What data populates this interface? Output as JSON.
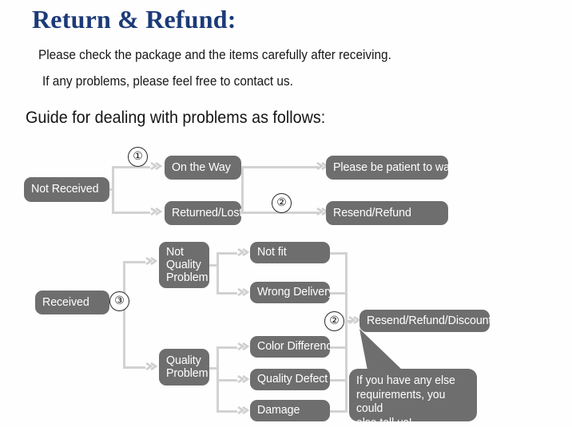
{
  "header": {
    "title": "Return & Refund:",
    "line1": "Please check the package and the items carefully after receiving.",
    "line2": "If any problems, please feel free to contact us.",
    "guide": "Guide for dealing with problems as follows:"
  },
  "markers": {
    "one": "①",
    "two": "②",
    "two_b": "②",
    "three": "③"
  },
  "flow": {
    "not_received": "Not Received",
    "on_the_way": "On the Way",
    "returned_lost": "Returned/Lost",
    "please_wait": "Please be patient to wait",
    "resend_refund": "Resend/Refund",
    "received": "Received",
    "not_quality_problem": "Not\nQuality\nProblem",
    "not_quality_l1": "Not",
    "not_quality_l2": "Quality",
    "not_quality_l3": "Problem",
    "quality_problem_l1": "Quality",
    "quality_problem_l2": "Problem",
    "not_fit": "Not fit",
    "wrong_delivery": "Wrong Delivery",
    "color_difference": "Color Difference",
    "quality_defect": "Quality Defect",
    "damage": "Damage",
    "resend_refund_discount": "Resend/Refund/Discount"
  },
  "callout": {
    "line1": "If you have any else",
    "line2": "requirements, you could",
    "line3": "also tell us!"
  },
  "colors": {
    "title": "#1b3a78",
    "node_fill": "#6e6e6e",
    "node_text": "#ffffff",
    "connector": "#d2d2d2",
    "body_text": "#161616",
    "background": "#ffffff"
  }
}
